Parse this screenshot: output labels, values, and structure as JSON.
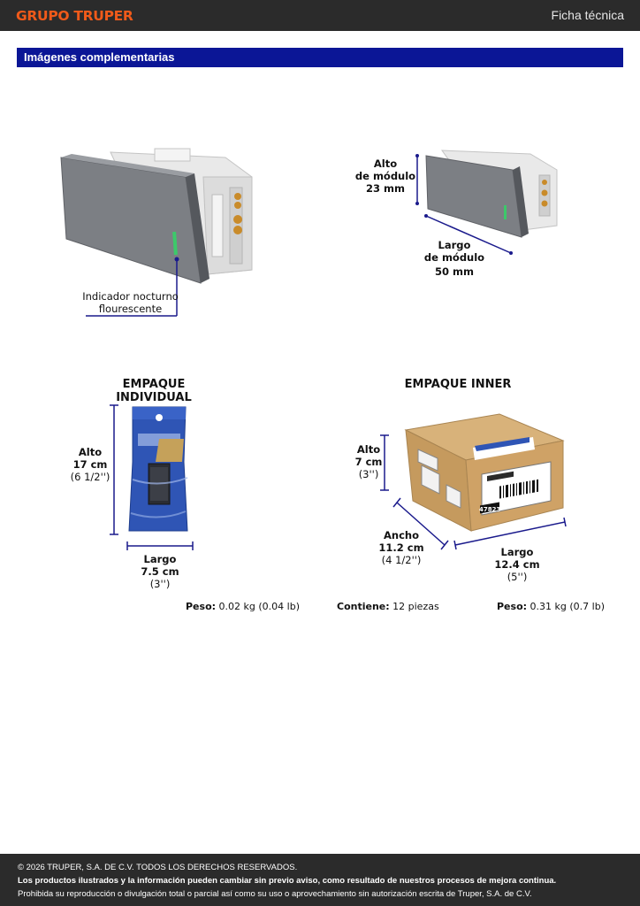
{
  "header": {
    "brand": "GRUPO TRUPER",
    "sheet_type": "Ficha técnica"
  },
  "section": {
    "title": "Imágenes complementarias"
  },
  "product_views": {
    "indicator_label_1": "Indicador nocturno",
    "indicator_label_2": "flourescente",
    "height_label_1": "Alto",
    "height_label_2": "de módulo",
    "height_value": "23 mm",
    "length_label_1": "Largo",
    "length_label_2": "de módulo",
    "length_value": "50 mm"
  },
  "individual_pack": {
    "title": "EMPAQUE INDIVIDUAL",
    "height_label": "Alto",
    "height_cm": "17 cm",
    "height_in": "(6 1/2'')",
    "length_label": "Largo",
    "length_cm": "7.5 cm",
    "length_in": "(3'')",
    "weight_label": "Peso:",
    "weight_value": "0.02 kg (0.04 lb)"
  },
  "inner_pack": {
    "title": "EMPAQUE INNER",
    "height_label": "Alto",
    "height_cm": "7 cm",
    "height_in": "(3'')",
    "width_label": "Ancho",
    "width_cm": "11.2 cm",
    "width_in": "(4 1/2'')",
    "length_label": "Largo",
    "length_cm": "12.4 cm",
    "length_in": "(5'')",
    "contains_label": "Contiene:",
    "contains_value": "12 piezas",
    "weight_label": "Peso:",
    "weight_value": "0.31 kg (0.7 lb)",
    "box_code": "47823"
  },
  "footer": {
    "copyright": "© 2026 TRUPER, S.A. DE C.V. TODOS LOS DERECHOS RESERVADOS.",
    "notice": "Los productos ilustrados y la información pueden cambiar sin previo aviso, como resultado de nuestros procesos de mejora continua.",
    "prohibition": "Prohibida su reproducción o divulgación total o parcial así como su uso o aprovechamiento sin autorización escrita de Truper, S.A. de C.V."
  },
  "colors": {
    "brand_orange": "#f05a1a",
    "bar_dark": "#2b2b2b",
    "section_blue": "#0b1696",
    "dimension_line": "#1a1a8c",
    "indicator_green": "#3cc96a"
  }
}
